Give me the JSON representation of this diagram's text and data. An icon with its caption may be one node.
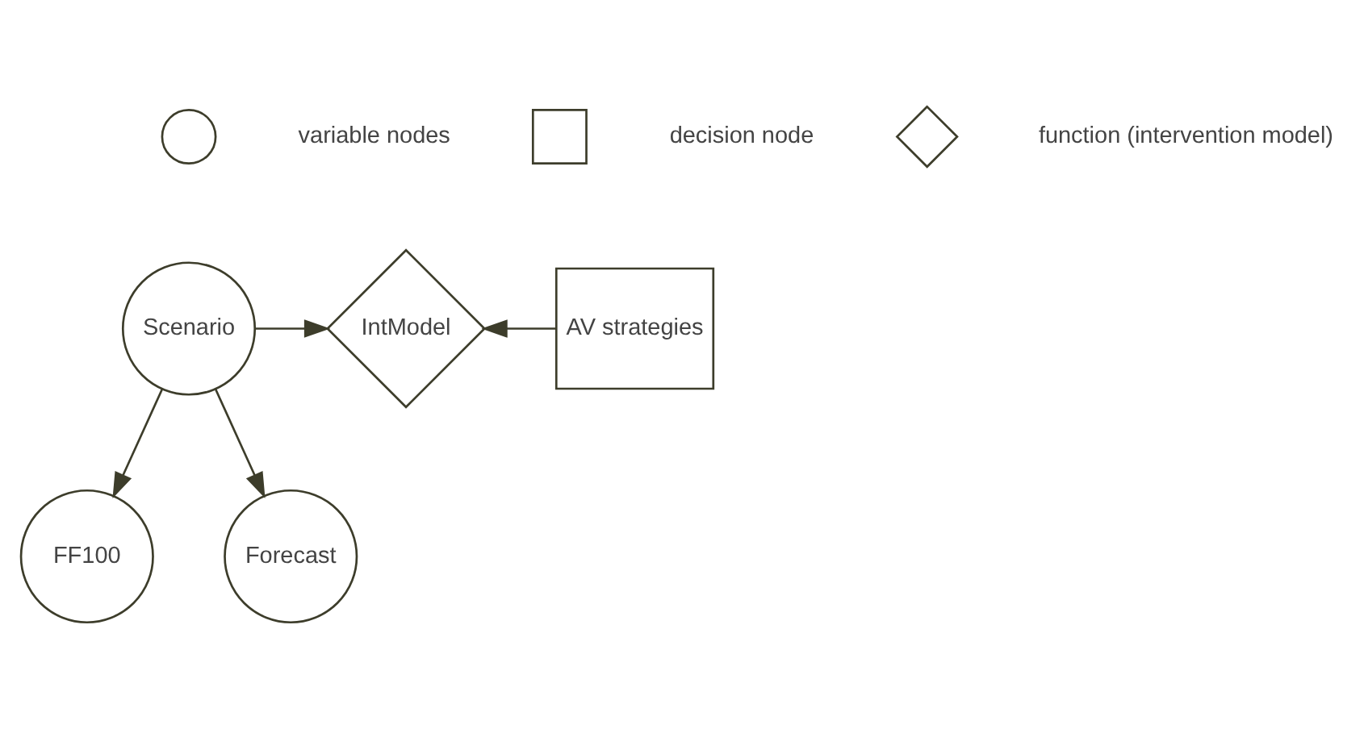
{
  "diagram": {
    "nodes": [
      {
        "text": [],
        "shape": "circle"
      },
      {
        "text": [],
        "shape": "box"
      },
      {
        "text": [],
        "shape": "diamond"
      },
      {
        "text": [
          "Scenario"
        ]
      },
      {
        "text": [
          "IntModel"
        ]
      },
      {
        "text": [
          "AV strategies"
        ]
      },
      {
        "text": [
          "FF100"
        ]
      },
      {
        "text": [
          "Forecast"
        ]
      }
    ],
    "edges": [
      {
        "from": 3,
        "to": 4,
        "arrow": "to"
      },
      {
        "from": 5,
        "to": 4,
        "arrow": "to"
      },
      {
        "from": 3,
        "to": 6,
        "arrow": "to"
      },
      {
        "from": 3,
        "to": 7,
        "arrow": "to"
      }
    ],
    "legend": [
      {
        "text": "variable nodes"
      },
      {
        "text": "decision node"
      },
      {
        "text": "function (intervention model)"
      }
    ]
  }
}
